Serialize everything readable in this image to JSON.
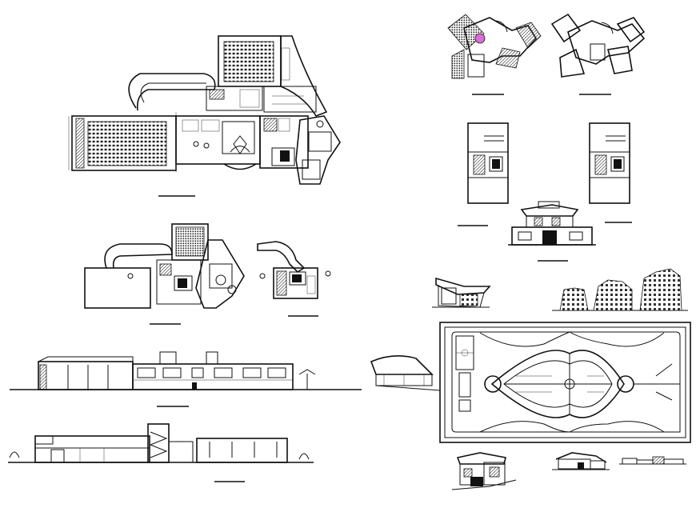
{
  "drawing": {
    "background": "#ffffff",
    "line_color": "#111111",
    "accent_color": "#d86fd8"
  },
  "views": [
    {
      "id": "main-floor-plan"
    },
    {
      "id": "second-floor-plan"
    },
    {
      "id": "small-floor-plan"
    },
    {
      "id": "front-elevation"
    },
    {
      "id": "section"
    },
    {
      "id": "tower-plan-1"
    },
    {
      "id": "tower-plan-2"
    },
    {
      "id": "residential-plan-1"
    },
    {
      "id": "residential-plan-2"
    },
    {
      "id": "residential-elevation"
    },
    {
      "id": "house-perspective"
    },
    {
      "id": "towers-perspective"
    },
    {
      "id": "site-plan"
    },
    {
      "id": "pavilion-perspective"
    },
    {
      "id": "house-3d-view"
    },
    {
      "id": "cottage-view"
    },
    {
      "id": "long-elevation-small"
    }
  ]
}
